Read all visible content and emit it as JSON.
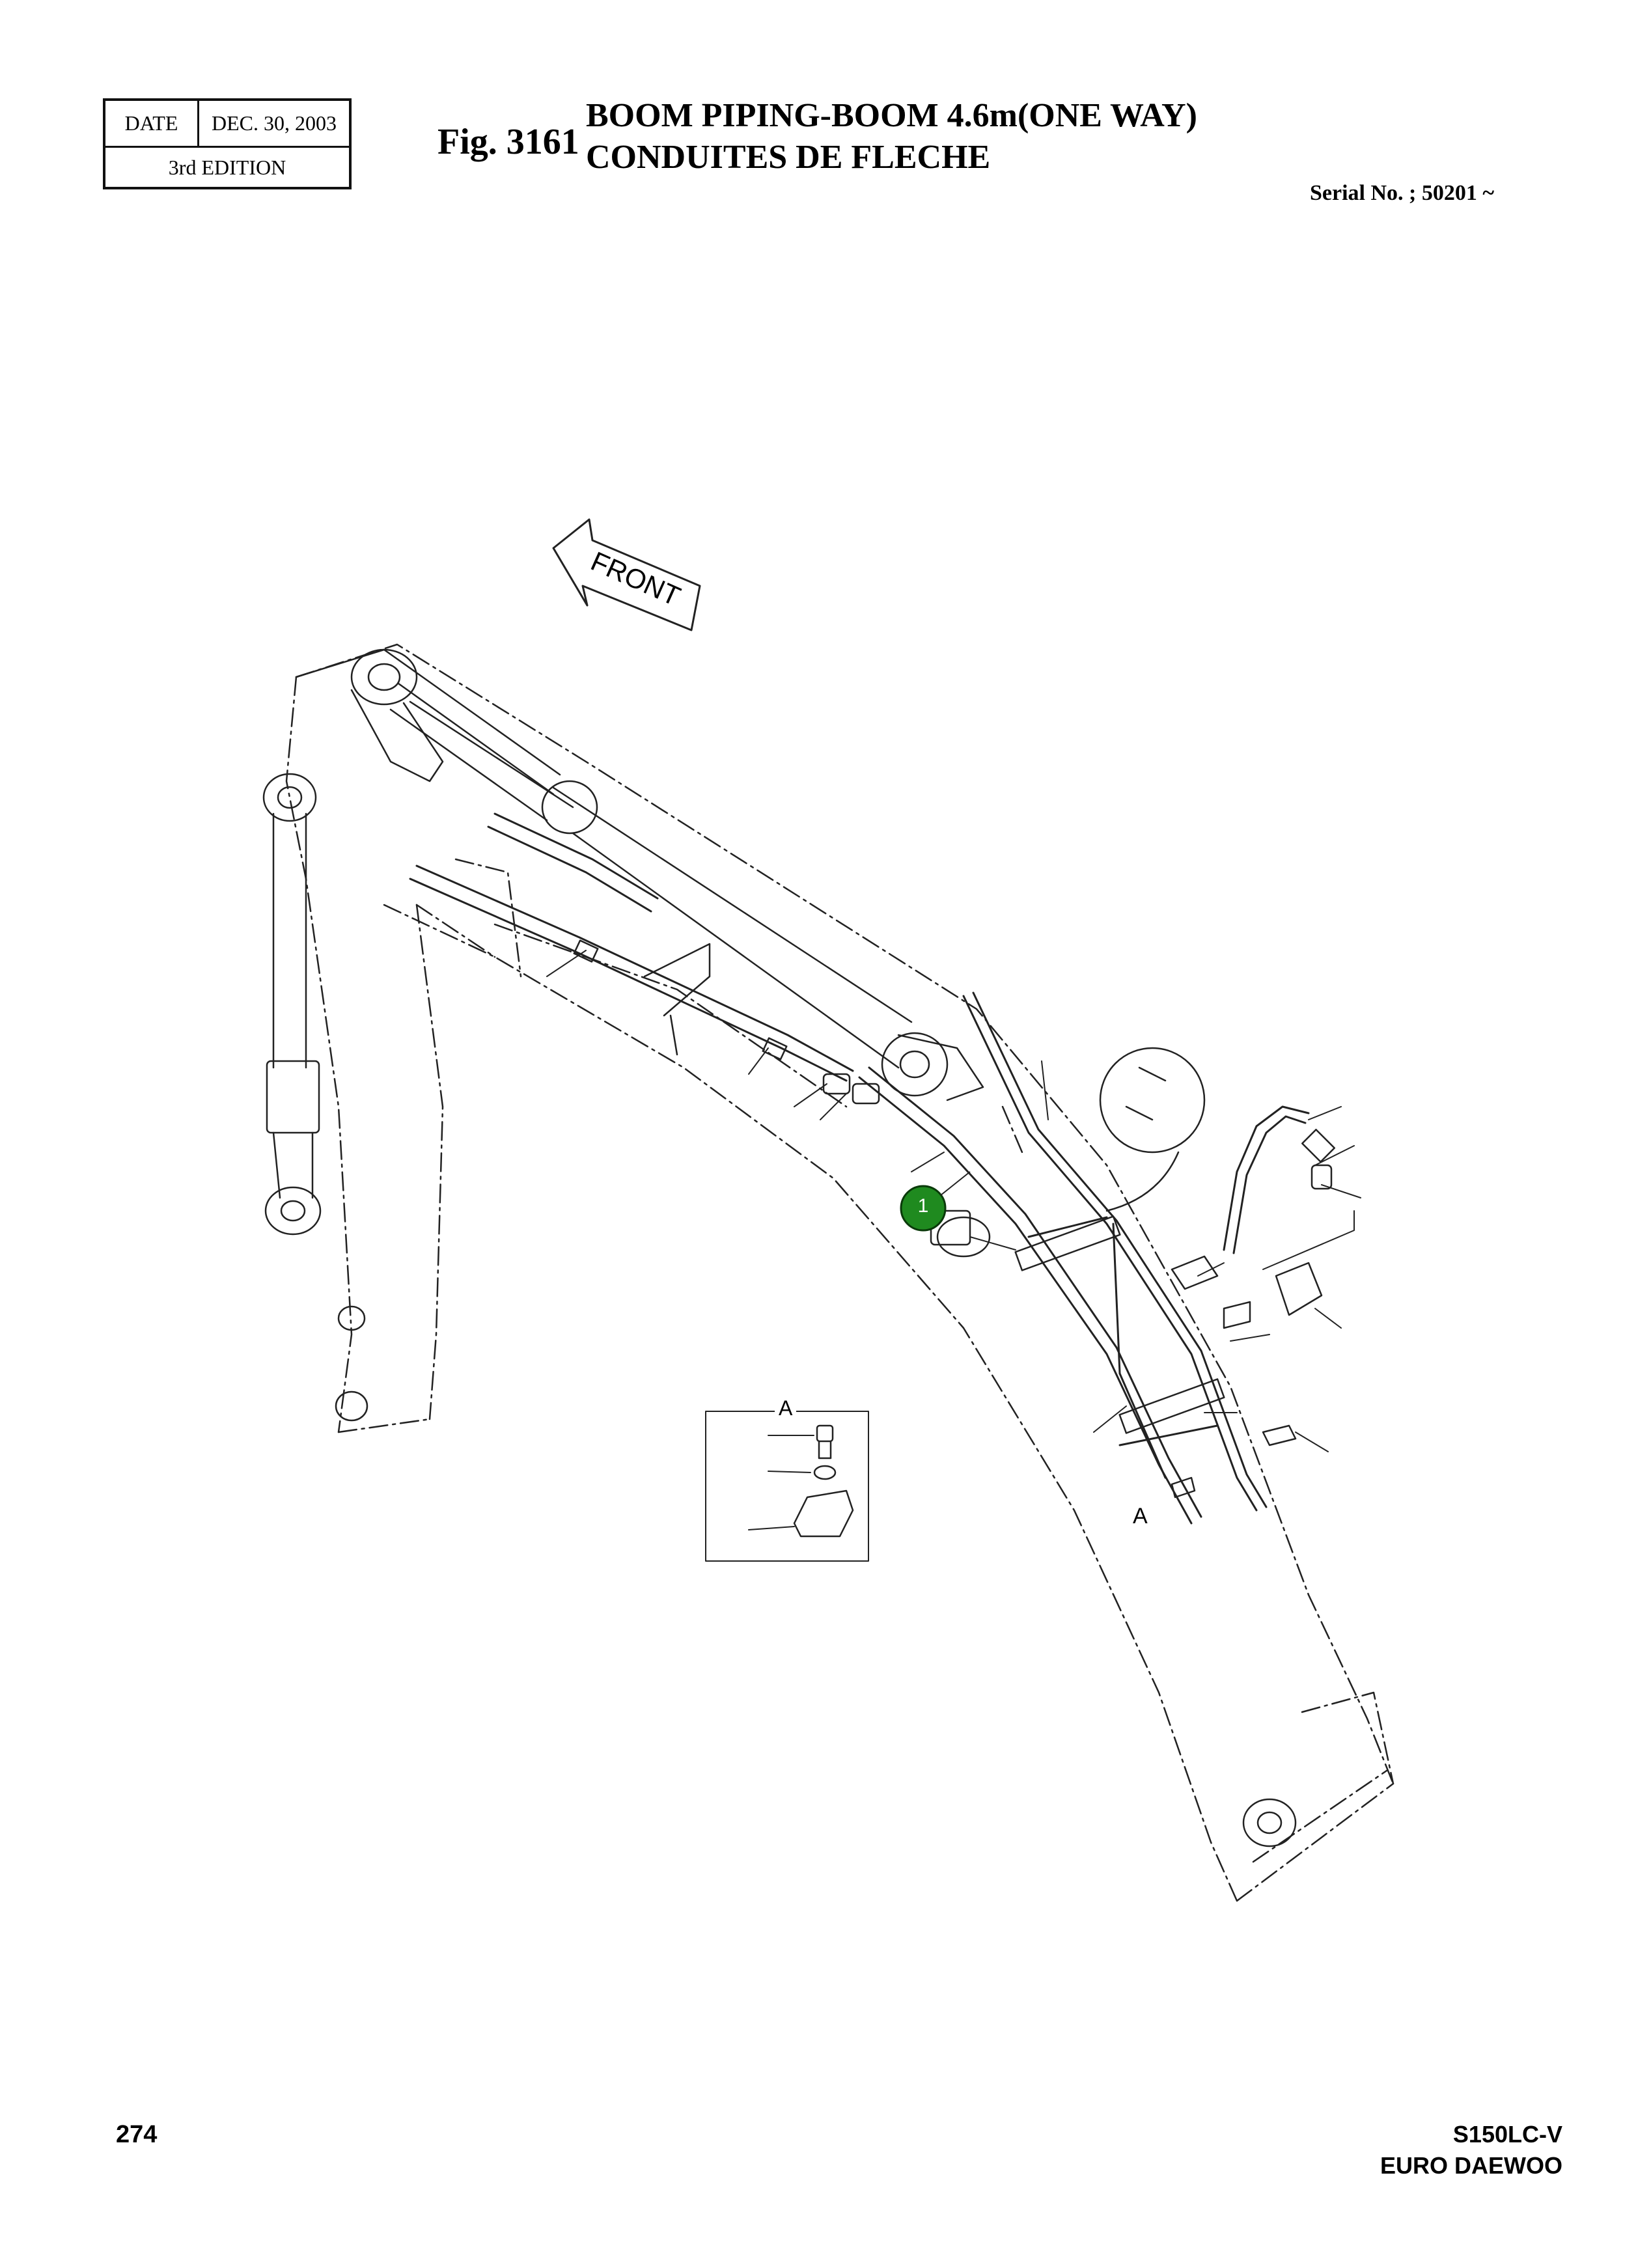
{
  "header": {
    "date_label": "DATE",
    "date_value": "DEC. 30, 2003",
    "edition": "3rd  EDITION",
    "fig_number": "Fig. 3161",
    "title_en": "BOOM PIPING-BOOM 4.6m(ONE WAY)",
    "title_fr": "CONDUITES DE FLECHE",
    "serial": "Serial No. ; 50201 ~"
  },
  "diagram": {
    "front_arrow_label": "FRONT",
    "callout_label": "1",
    "callout_color": "#1f8a1f",
    "detail_label": "A",
    "detail_ref_label": "A"
  },
  "footer": {
    "page_number": "274",
    "model": "S150LC-V",
    "brand": "EURO DAEWOO"
  }
}
